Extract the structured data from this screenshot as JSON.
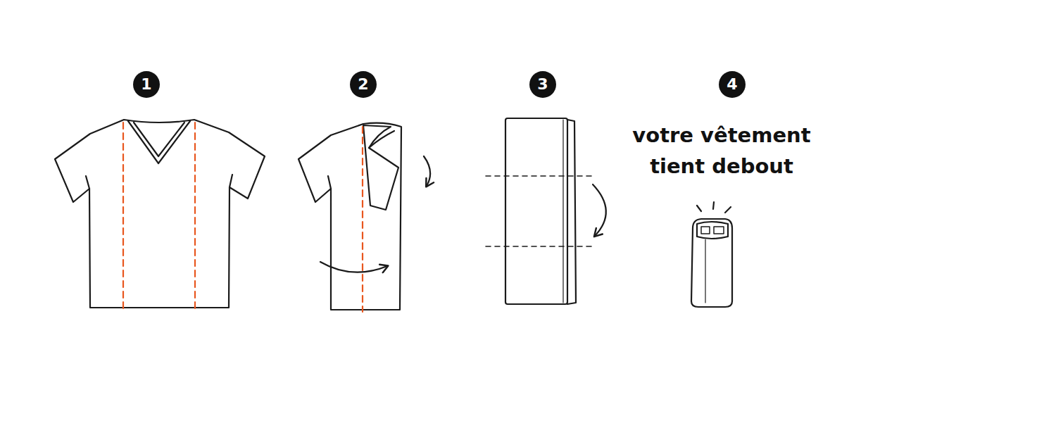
{
  "diagram": {
    "nodes": [
      {
        "text": [
          "1"
        ]
      },
      {
        "text": [
          "2"
        ]
      },
      {
        "text": [
          "3"
        ]
      },
      {
        "text": [
          "4"
        ]
      }
    ],
    "labels": [
      "votre vêtement tient debout"
    ]
  }
}
